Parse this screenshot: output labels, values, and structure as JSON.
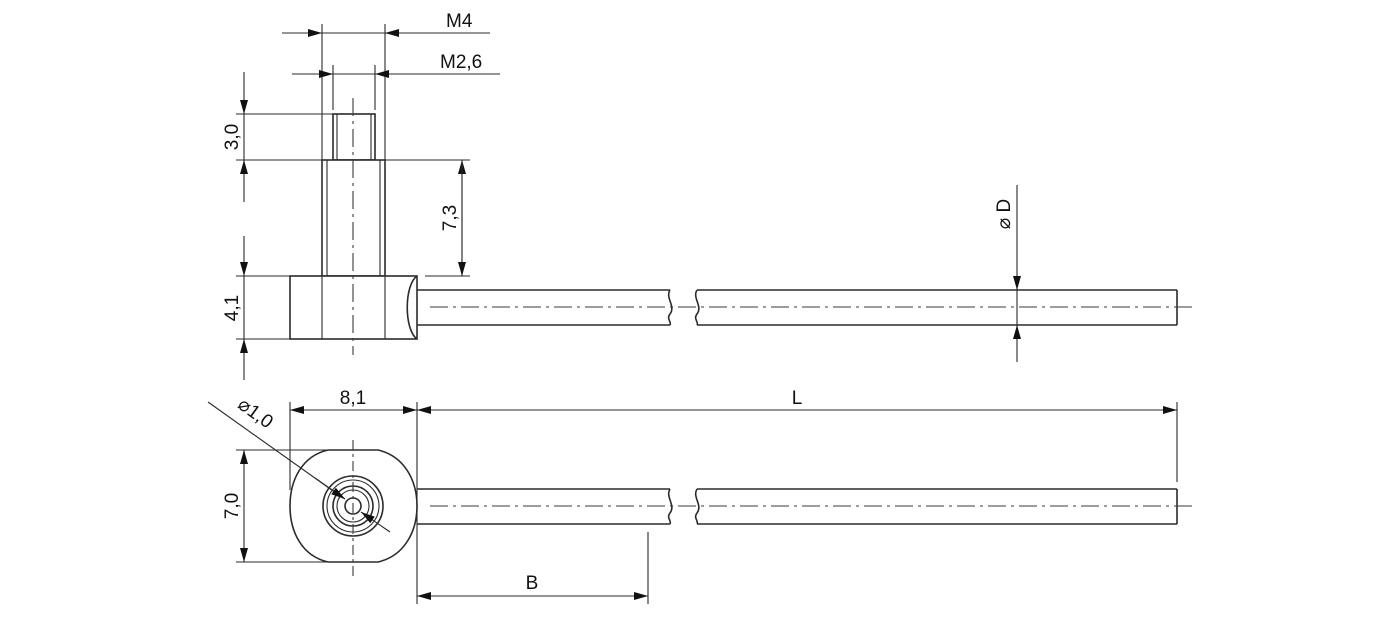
{
  "colors": {
    "stroke": "#2b2b2b",
    "background": "#ffffff"
  },
  "labels": {
    "thread_m4": "M4",
    "thread_m2_6": "M2,6",
    "dim_3_0": "3,0",
    "dim_7_3": "7,3",
    "dim_4_1": "4,1",
    "diameter_d": "⌀ D",
    "diameter_1_0": "⌀1,0",
    "dim_8_1": "8,1",
    "dim_7_0": "7,0",
    "length_l": "L",
    "length_b": "B"
  }
}
